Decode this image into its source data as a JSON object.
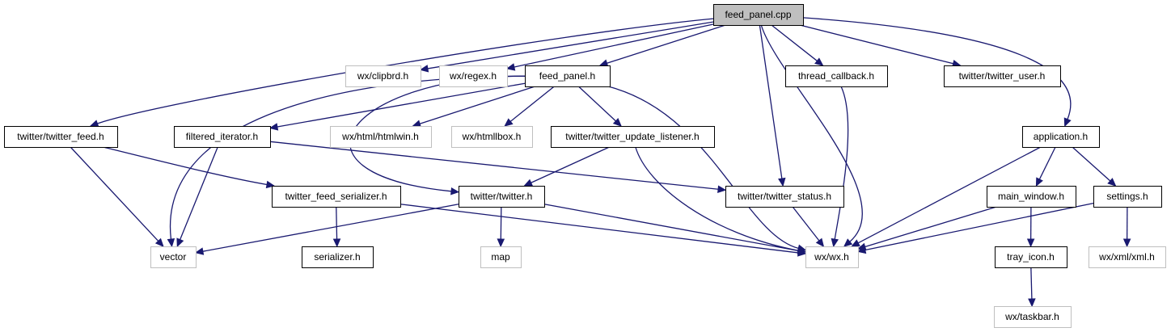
{
  "graph": {
    "nodes": [
      {
        "id": "feed_panel_cpp",
        "label": "feed_panel.cpp",
        "kind": "root"
      },
      {
        "id": "wx_clipbrd",
        "label": "wx/clipbrd.h",
        "kind": "system"
      },
      {
        "id": "wx_regex",
        "label": "wx/regex.h",
        "kind": "system"
      },
      {
        "id": "feed_panel_h",
        "label": "feed_panel.h",
        "kind": "local"
      },
      {
        "id": "thread_callback",
        "label": "thread_callback.h",
        "kind": "local"
      },
      {
        "id": "twitter_user",
        "label": "twitter/twitter_user.h",
        "kind": "local"
      },
      {
        "id": "twitter_feed",
        "label": "twitter/twitter_feed.h",
        "kind": "local"
      },
      {
        "id": "filtered_iterator",
        "label": "filtered_iterator.h",
        "kind": "local"
      },
      {
        "id": "wx_htmlwin",
        "label": "wx/html/htmlwin.h",
        "kind": "system"
      },
      {
        "id": "wx_htmllbox",
        "label": "wx/htmllbox.h",
        "kind": "system"
      },
      {
        "id": "update_listener",
        "label": "twitter/twitter_update_listener.h",
        "kind": "local"
      },
      {
        "id": "application",
        "label": "application.h",
        "kind": "local"
      },
      {
        "id": "feed_serializer",
        "label": "twitter_feed_serializer.h",
        "kind": "local"
      },
      {
        "id": "twitter_h",
        "label": "twitter/twitter.h",
        "kind": "local"
      },
      {
        "id": "twitter_status",
        "label": "twitter/twitter_status.h",
        "kind": "local"
      },
      {
        "id": "main_window",
        "label": "main_window.h",
        "kind": "local"
      },
      {
        "id": "settings",
        "label": "settings.h",
        "kind": "local"
      },
      {
        "id": "vector",
        "label": "vector",
        "kind": "system"
      },
      {
        "id": "serializer",
        "label": "serializer.h",
        "kind": "local"
      },
      {
        "id": "map",
        "label": "map",
        "kind": "system"
      },
      {
        "id": "wx_wx",
        "label": "wx/wx.h",
        "kind": "system"
      },
      {
        "id": "tray_icon",
        "label": "tray_icon.h",
        "kind": "local"
      },
      {
        "id": "wx_xml",
        "label": "wx/xml/xml.h",
        "kind": "system"
      },
      {
        "id": "wx_taskbar",
        "label": "wx/taskbar.h",
        "kind": "system"
      }
    ],
    "edges": [
      {
        "from": "feed_panel_cpp",
        "to": "wx_clipbrd"
      },
      {
        "from": "feed_panel_cpp",
        "to": "wx_regex"
      },
      {
        "from": "feed_panel_cpp",
        "to": "feed_panel_h"
      },
      {
        "from": "feed_panel_cpp",
        "to": "thread_callback"
      },
      {
        "from": "feed_panel_cpp",
        "to": "twitter_user"
      },
      {
        "from": "feed_panel_cpp",
        "to": "application"
      },
      {
        "from": "feed_panel_cpp",
        "to": "twitter_feed"
      },
      {
        "from": "feed_panel_cpp",
        "to": "twitter_status"
      },
      {
        "from": "feed_panel_cpp",
        "to": "wx_wx"
      },
      {
        "from": "feed_panel_h",
        "to": "vector"
      },
      {
        "from": "feed_panel_h",
        "to": "filtered_iterator"
      },
      {
        "from": "feed_panel_h",
        "to": "wx_htmlwin"
      },
      {
        "from": "feed_panel_h",
        "to": "wx_htmllbox"
      },
      {
        "from": "feed_panel_h",
        "to": "update_listener"
      },
      {
        "from": "feed_panel_h",
        "to": "twitter_h"
      },
      {
        "from": "feed_panel_h",
        "to": "wx_wx"
      },
      {
        "from": "thread_callback",
        "to": "wx_wx"
      },
      {
        "from": "twitter_feed",
        "to": "vector"
      },
      {
        "from": "twitter_feed",
        "to": "feed_serializer"
      },
      {
        "from": "filtered_iterator",
        "to": "vector"
      },
      {
        "from": "filtered_iterator",
        "to": "twitter_status"
      },
      {
        "from": "update_listener",
        "to": "twitter_h"
      },
      {
        "from": "update_listener",
        "to": "wx_wx"
      },
      {
        "from": "feed_serializer",
        "to": "serializer"
      },
      {
        "from": "feed_serializer",
        "to": "wx_wx"
      },
      {
        "from": "twitter_h",
        "to": "vector"
      },
      {
        "from": "twitter_h",
        "to": "map"
      },
      {
        "from": "twitter_h",
        "to": "wx_wx"
      },
      {
        "from": "twitter_status",
        "to": "wx_wx"
      },
      {
        "from": "application",
        "to": "wx_wx"
      },
      {
        "from": "application",
        "to": "main_window"
      },
      {
        "from": "application",
        "to": "settings"
      },
      {
        "from": "main_window",
        "to": "wx_wx"
      },
      {
        "from": "main_window",
        "to": "tray_icon"
      },
      {
        "from": "settings",
        "to": "wx_wx"
      },
      {
        "from": "settings",
        "to": "wx_xml"
      },
      {
        "from": "tray_icon",
        "to": "wx_taskbar"
      }
    ],
    "colors": {
      "edge": "#191970",
      "root_fill": "#bfbfbf",
      "local_border": "#000000",
      "system_border": "#bfbfbf"
    }
  }
}
